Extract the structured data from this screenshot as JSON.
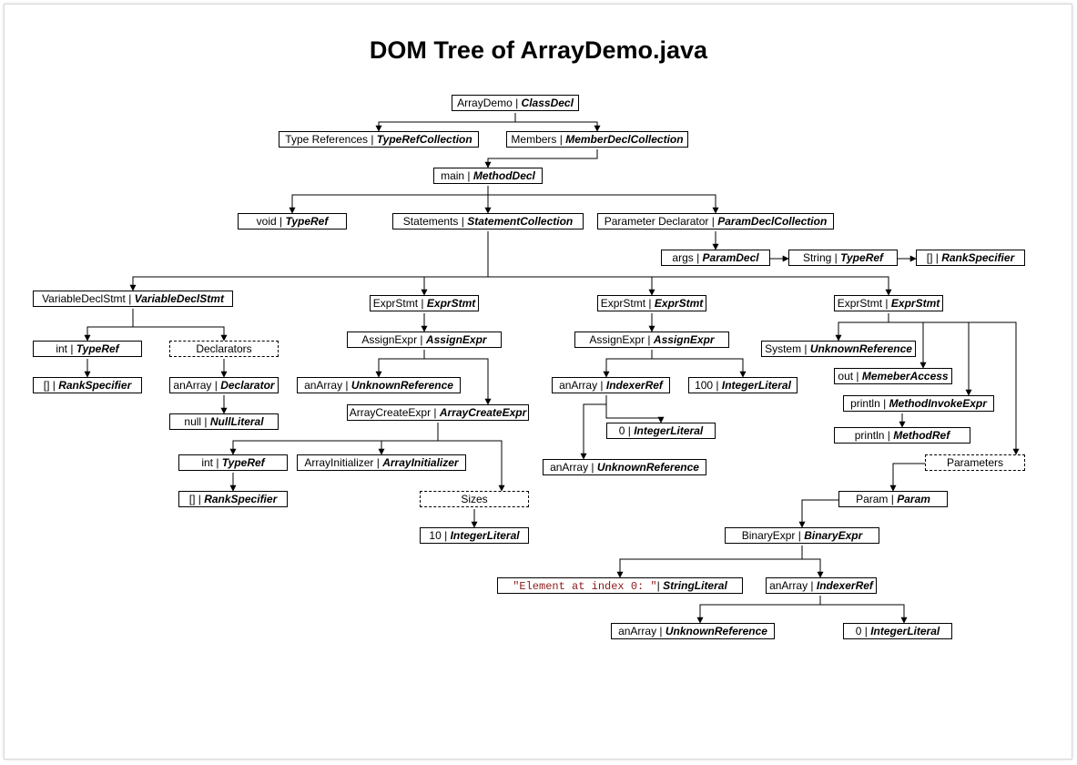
{
  "title": "DOM Tree of ArrayDemo.java",
  "nodes": {
    "ArrayDemo": {
      "label": "ArrayDemo |",
      "type": "ClassDecl"
    },
    "typeRefs": {
      "label": "Type References |",
      "type": "TypeRefCollection"
    },
    "members": {
      "label": "Members |",
      "type": "MemberDeclCollection"
    },
    "main": {
      "label": "main |",
      "type": "MethodDecl"
    },
    "void": {
      "label": "void |",
      "type": "TypeRef"
    },
    "statements": {
      "label": "Statements |",
      "type": "StatementCollection"
    },
    "paramDecls": {
      "label": "Parameter Declarator |",
      "type": "ParamDeclCollection"
    },
    "args": {
      "label": "args |",
      "type": "ParamDecl"
    },
    "stringType": {
      "label": "String |",
      "type": "TypeRef"
    },
    "rankArgs": {
      "label": "[] |",
      "type": "RankSpecifier"
    },
    "varDecl": {
      "label": "VariableDeclStmt |",
      "type": "VariableDeclStmt"
    },
    "intVar": {
      "label": "int |",
      "type": "TypeRef"
    },
    "rankVar": {
      "label": "[] |",
      "type": "RankSpecifier"
    },
    "declarators": {
      "label": "Declarators",
      "type": ""
    },
    "anArrayDecl": {
      "label": "anArray |",
      "type": "Declarator"
    },
    "nullLit": {
      "label": "null |",
      "type": "NullLiteral"
    },
    "exprStmt1": {
      "label": "ExprStmt |",
      "type": "ExprStmt"
    },
    "assign1": {
      "label": "AssignExpr |",
      "type": "AssignExpr"
    },
    "anArrayRef1": {
      "label": "anArray |",
      "type": "UnknownReference"
    },
    "arrayCreate": {
      "label": "ArrayCreateExpr |",
      "type": "ArrayCreateExpr"
    },
    "intCreate": {
      "label": "int |",
      "type": "TypeRef"
    },
    "rankCreate": {
      "label": "[] |",
      "type": "RankSpecifier"
    },
    "arrayInit": {
      "label": "ArrayInitializer |",
      "type": "ArrayInitializer"
    },
    "sizes": {
      "label": "Sizes",
      "type": ""
    },
    "ten": {
      "label": "10 |",
      "type": "IntegerLiteral"
    },
    "exprStmt2": {
      "label": "ExprStmt |",
      "type": "ExprStmt"
    },
    "assign2": {
      "label": "AssignExpr |",
      "type": "AssignExpr"
    },
    "indexer1": {
      "label": "anArray |",
      "type": "IndexerRef"
    },
    "hundred": {
      "label": "100 |",
      "type": "IntegerLiteral"
    },
    "zero1": {
      "label": "0 |",
      "type": "IntegerLiteral"
    },
    "anArrayRef2": {
      "label": "anArray |",
      "type": "UnknownReference"
    },
    "exprStmt3": {
      "label": "ExprStmt |",
      "type": "ExprStmt"
    },
    "system": {
      "label": "System |",
      "type": "UnknownReference"
    },
    "out": {
      "label": "out |",
      "type": "MemeberAccess"
    },
    "println": {
      "label": "println |",
      "type": "MethodInvokeExpr"
    },
    "printlnRef": {
      "label": "println |",
      "type": "MethodRef"
    },
    "parameters": {
      "label": "Parameters",
      "type": ""
    },
    "param": {
      "label": "Param |",
      "type": "Param"
    },
    "binary": {
      "label": "BinaryExpr |",
      "type": "BinaryExpr"
    },
    "stringLit": {
      "label": "\"Element at index 0: \"",
      "type": "StringLiteral",
      "sep": "|"
    },
    "indexer2": {
      "label": "anArray |",
      "type": "IndexerRef"
    },
    "anArrayRef3": {
      "label": "anArray |",
      "type": "UnknownReference"
    },
    "zero2": {
      "label": "0 |",
      "type": "IntegerLiteral"
    }
  },
  "colors": {
    "line": "#000000",
    "string_literal": "#8b1a1a"
  }
}
